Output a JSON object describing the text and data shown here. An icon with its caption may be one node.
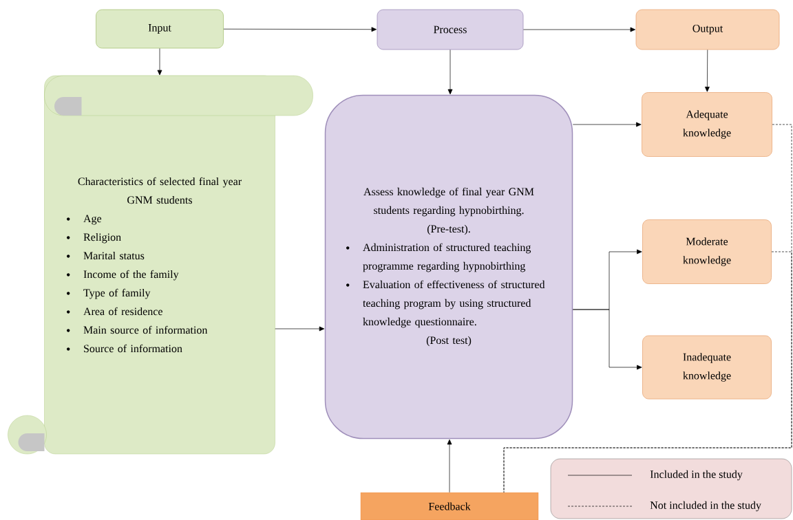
{
  "diagram": {
    "nodes": [
      {
        "text": [
          "Input"
        ]
      },
      {
        "text": [
          "Process"
        ]
      },
      {
        "text": [
          "Output"
        ]
      },
      {
        "text": [
          "Characteristics of selected final year GNM students",
          "Age",
          "Religion",
          "Marital status",
          "Income of the family",
          "Type of family",
          "Area of residence",
          "Main source of information",
          "Source of information"
        ]
      },
      {
        "text": [
          "Assess knowledge of final year GNM students regarding hypnobirthing.",
          "(Pre-test).",
          "Administration of structured teaching programme regarding hypnobirthing",
          "Evaluation of effectiveness of structured teaching program by using structured knowledge questionnaire.",
          "(Post test)"
        ]
      },
      {
        "text": [
          "Adequate knowledge"
        ]
      },
      {
        "text": [
          "Moderate knowledge"
        ]
      },
      {
        "text": [
          "Inadequate knowledge"
        ]
      },
      {
        "text": [
          "Feedback"
        ]
      }
    ],
    "edges": [
      {
        "from": 0,
        "to": 1,
        "arrow": "to"
      },
      {
        "from": 1,
        "to": 2,
        "arrow": "to"
      },
      {
        "from": 0,
        "to": 3,
        "arrow": "to"
      },
      {
        "from": 1,
        "to": 4,
        "arrow": "to"
      },
      {
        "from": 2,
        "to": 5,
        "arrow": "to"
      },
      {
        "from": 3,
        "to": 4,
        "arrow": "to"
      },
      {
        "from": 4,
        "to": 5,
        "arrow": "to"
      },
      {
        "from": 4,
        "to": 6,
        "arrow": "to"
      },
      {
        "from": 4,
        "to": 7,
        "arrow": "to"
      },
      {
        "from": 8,
        "to": 4,
        "arrow": "to"
      },
      {
        "from": 5,
        "to": 8,
        "arrow": "none",
        "style": "dashed"
      },
      {
        "from": 6,
        "to": 8,
        "arrow": "none",
        "style": "dashed"
      }
    ],
    "legend": [
      {
        "text": "Included in the study"
      },
      {
        "text": "Not included in the study"
      }
    ]
  }
}
